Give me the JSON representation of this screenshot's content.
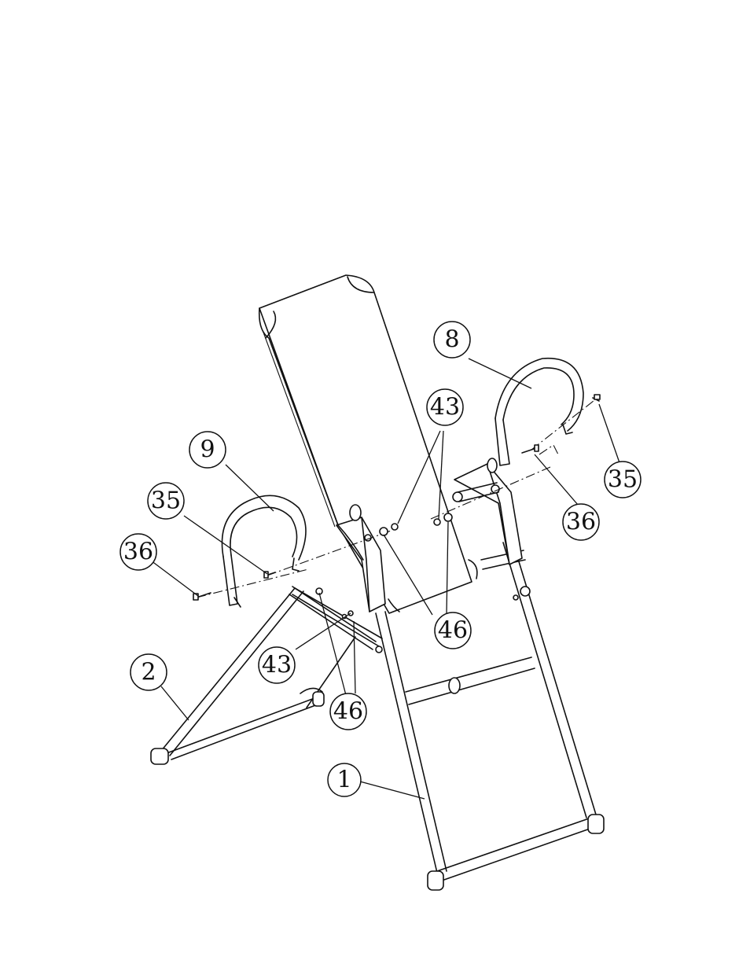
{
  "diagram": {
    "callouts": [
      {
        "id": "c8",
        "label": "8"
      },
      {
        "id": "c43a",
        "label": "43"
      },
      {
        "id": "c35r",
        "label": "35"
      },
      {
        "id": "c36r",
        "label": "36"
      },
      {
        "id": "c9",
        "label": "9"
      },
      {
        "id": "c35l",
        "label": "35"
      },
      {
        "id": "c36l",
        "label": "36"
      },
      {
        "id": "c46a",
        "label": "46"
      },
      {
        "id": "c2",
        "label": "2"
      },
      {
        "id": "c43b",
        "label": "43"
      },
      {
        "id": "c46b",
        "label": "46"
      },
      {
        "id": "c1",
        "label": "1"
      }
    ],
    "colors": {
      "line": "#111111",
      "background": "#ffffff"
    }
  }
}
